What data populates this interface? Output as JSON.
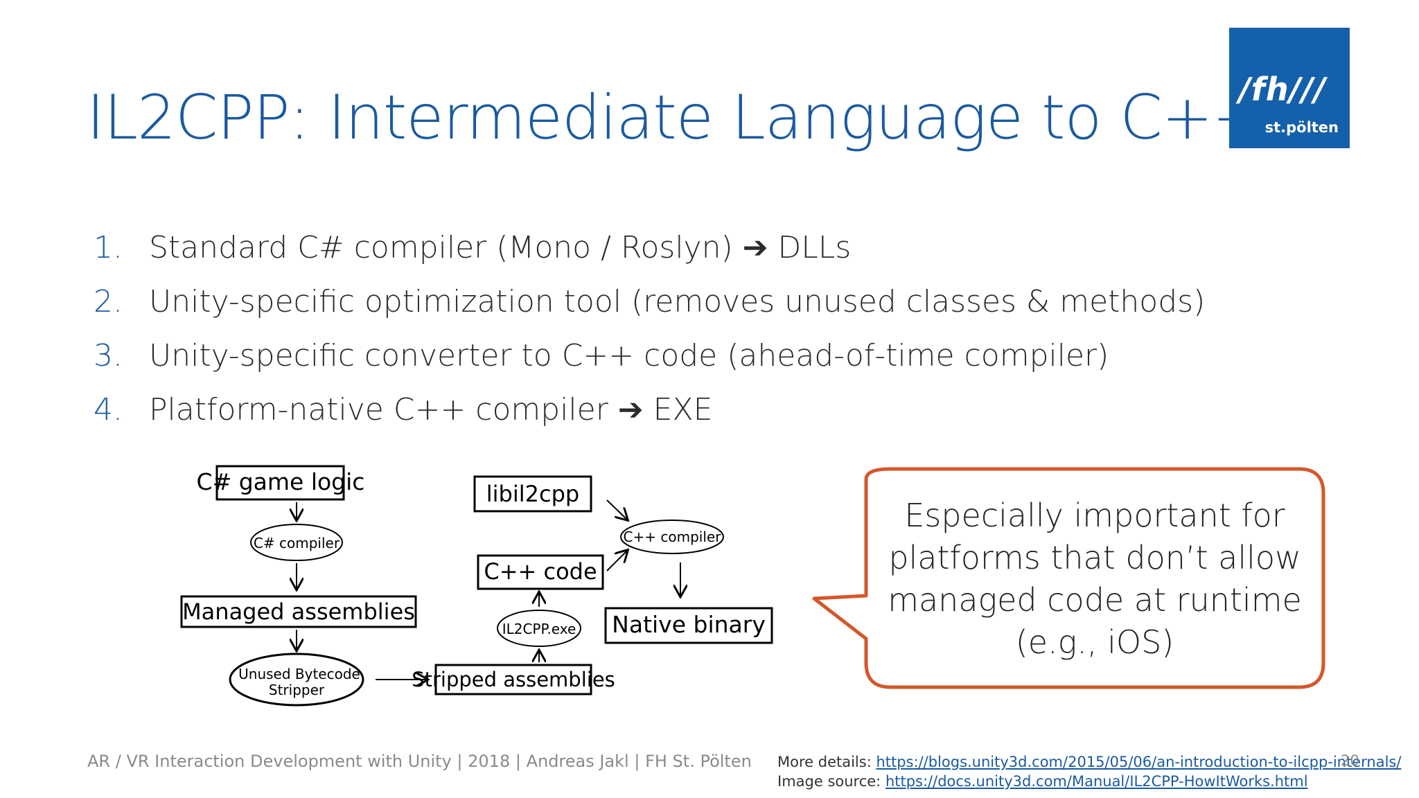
{
  "slide": {
    "title": "IL2CPP: Intermediate Language to C++",
    "logo": {
      "brand": "/fh///",
      "sub": "st.pölten"
    },
    "items": [
      {
        "num": "1.",
        "text": "Standard C# compiler (Mono / Roslyn) ➔ DLLs"
      },
      {
        "num": "2.",
        "text": "Unity-specific optimization tool (removes unused classes & methods)"
      },
      {
        "num": "3.",
        "text": "Unity-specific converter to C++ code (ahead-of-time compiler)"
      },
      {
        "num": "4.",
        "text": "Platform-native C++ compiler ➔ EXE"
      }
    ],
    "diagram": {
      "csharp_game_logic": "C# game logic",
      "csharp_compiler": "C# compiler",
      "managed_assemblies": "Managed assemblies",
      "bytecode_stripper_line1": "Unused Bytecode",
      "bytecode_stripper_line2": "Stripper",
      "stripped_assemblies": "Stripped assemblies",
      "il2cpp_exe": "IL2CPP.exe",
      "cpp_code": "C++ code",
      "libil2cpp": "libil2cpp",
      "cpp_compiler": "C++ compiler",
      "native_binary": "Native binary"
    },
    "callout": {
      "line1": "Especially important for",
      "line2": "platforms that don’t allow",
      "line3": "managed code at runtime",
      "line4": "(e.g., iOS)",
      "border_color": "#d4572a"
    },
    "footer": {
      "left": "AR / VR Interaction Development with Unity | 2018 | Andreas Jakl | FH St. Pölten",
      "details_label": "More details: ",
      "details_url": "https://blogs.unity3d.com/2015/05/06/an-introduction-to-ilcpp-internals/",
      "source_label": "Image source: ",
      "source_url": "https://docs.unity3d.com/Manual/IL2CPP-HowItWorks.html",
      "page_number": "20"
    },
    "colors": {
      "accent": "#1a5aa0",
      "logo_bg": "#1560aa"
    }
  }
}
